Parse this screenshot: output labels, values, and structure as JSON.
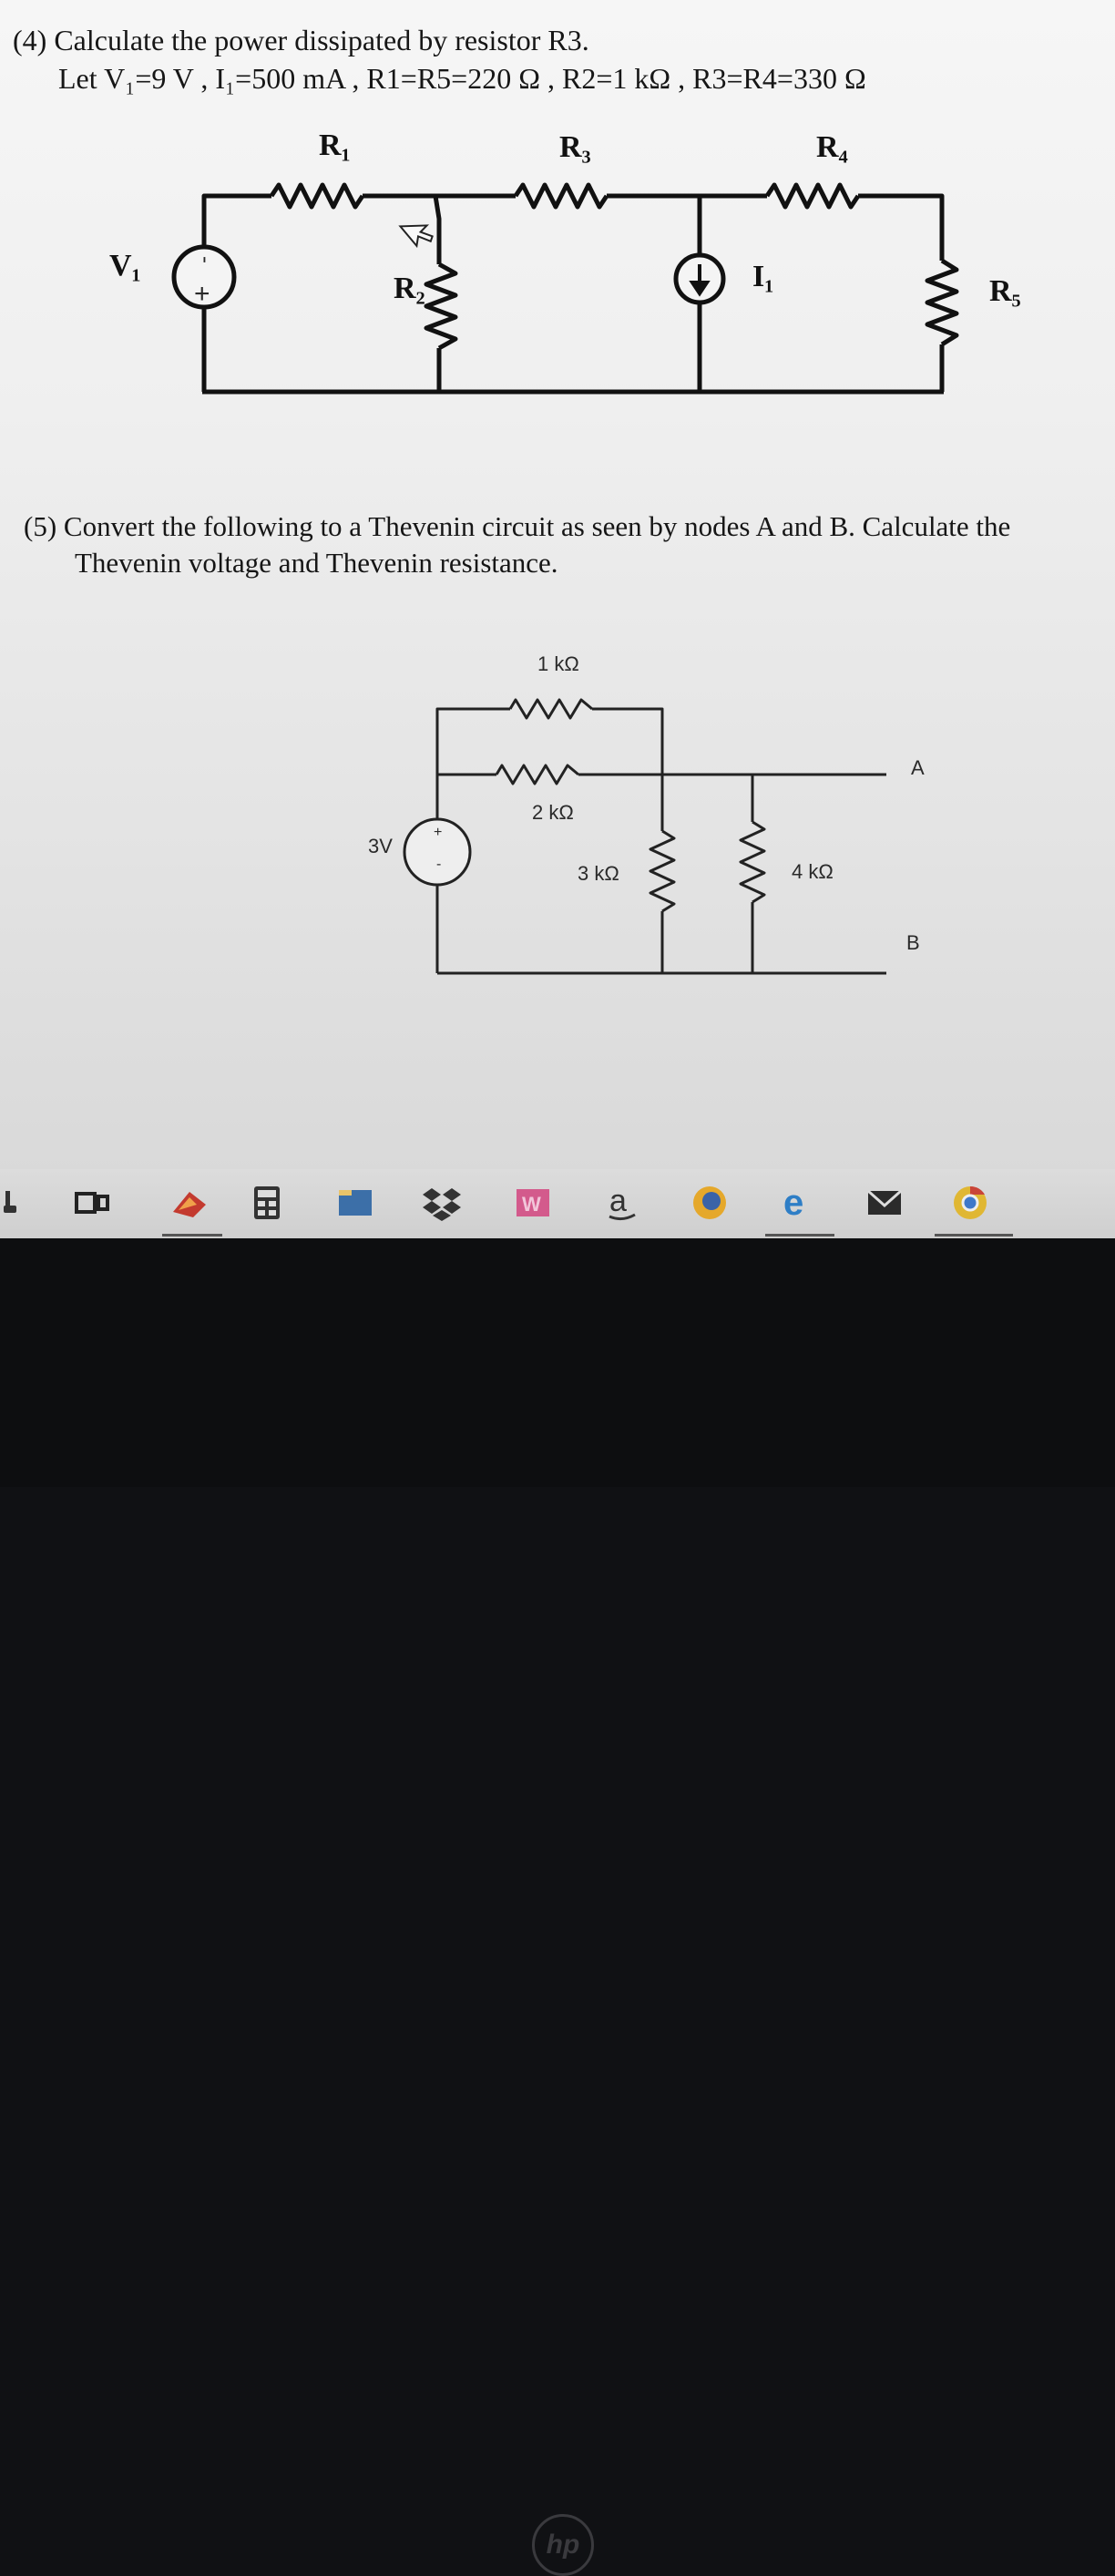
{
  "problem4": {
    "title": "(4) Calculate the power dissipated by resistor R3.",
    "given": "Let V₁=9 V , I₁=500 mA , R1=R5=220 Ω , R2=1 kΩ , R3=R4=330 Ω",
    "labels": {
      "r1": "R₁",
      "r2": "R₂",
      "r3": "R₃",
      "r4": "R₄",
      "r5": "R₅",
      "v1": "V₁",
      "i1": "I₁",
      "plus": "+",
      "minus": "-"
    }
  },
  "problem5": {
    "line1": "(5) Convert the following to a Thevenin circuit as seen by nodes A and B. Calculate the",
    "line2": "Thevenin voltage and Thevenin resistance.",
    "labels": {
      "r_1k": "1 kΩ",
      "r_2k": "2 kΩ",
      "r_3k": "3 kΩ",
      "r_4k": "4 kΩ",
      "source": "3V",
      "plus": "+",
      "minus": "-",
      "node_a": "A",
      "node_b": "B"
    }
  },
  "taskbar": {
    "icons": [
      "task-view-icon",
      "paint-icon",
      "calculator-icon",
      "file-explorer-icon",
      "dropbox-icon",
      "word-icon",
      "amazon-icon",
      "firefox-icon",
      "edge-icon",
      "mail-icon",
      "chrome-icon"
    ],
    "amazon_glyph": "a",
    "edge_glyph": "e",
    "word_glyph": "W"
  },
  "bezel": {
    "logo": "hp"
  }
}
